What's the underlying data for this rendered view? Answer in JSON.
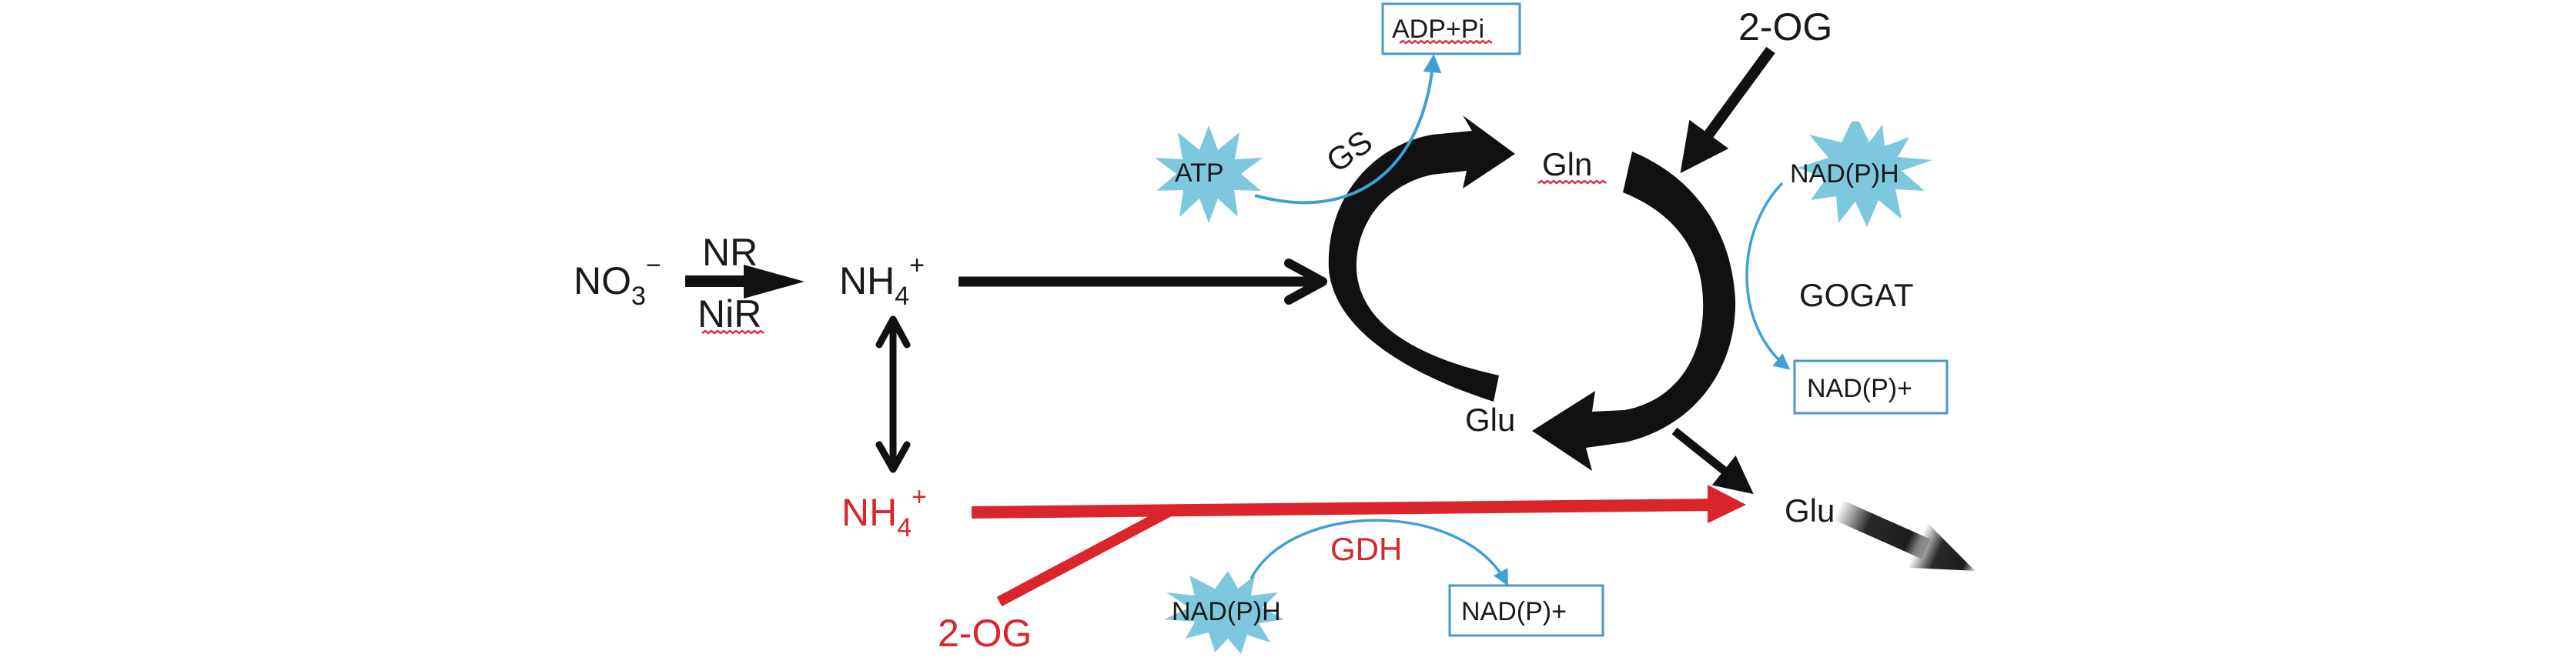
{
  "diagram": {
    "title": "Nitrogen assimilation: GS/GOGAT cycle and GDH pathway",
    "colors": {
      "main_path": "#111111",
      "gdh_path": "#d9252b",
      "cofactor_burst": "#7ec8df",
      "cofactor_arrow": "#3fa0d4",
      "product_box": "#4a97c8"
    },
    "nodes": {
      "nitrate": {
        "base": "NO",
        "sub": "3",
        "sup": "−"
      },
      "ammonium_top": {
        "base": "NH",
        "sub": "4",
        "sup": "+"
      },
      "ammonium_bottom": {
        "base": "NH",
        "sub": "4",
        "sup": "+"
      },
      "glutamine": "Gln",
      "glutamate_cycle": "Glu",
      "glutamate_out": "Glu",
      "oxoglutarate_top": "2-OG",
      "oxoglutarate_bottom": "2-OG"
    },
    "enzymes": {
      "nitrate_reductase": "NR",
      "nitrite_reductase": "NiR",
      "glutamine_synthetase": "GS",
      "gogat": "GOGAT",
      "gdh": "GDH"
    },
    "cofactors": {
      "gs_input": "ATP",
      "gs_output": "ADP+Pi",
      "gogat_input": "NAD(P)H",
      "gogat_output": "NAD(P)+",
      "gdh_input": "NAD(P)H",
      "gdh_output": "NAD(P)+"
    }
  }
}
